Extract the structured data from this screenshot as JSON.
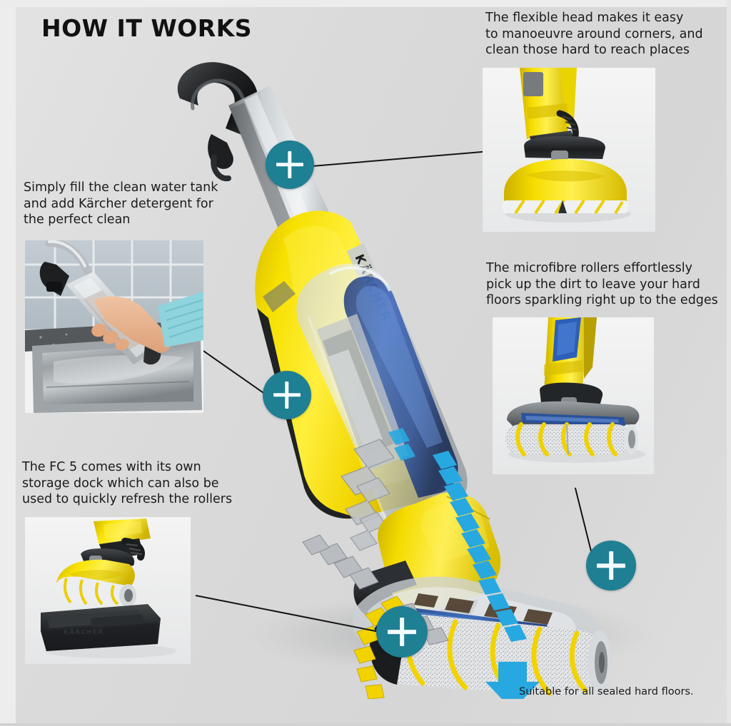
{
  "page": {
    "title": "HOW IT WORKS",
    "background_color": "#dcdcdc",
    "accent_color": "#1f7f93",
    "brand_yellow": "#f5d800",
    "footnote": "Suitable for all sealed hard floors."
  },
  "captions": {
    "top_right": "The flexible head makes it easy\nto manoeuvre around corners, and\nclean those hard to reach places",
    "top_left": "Simply fill the clean water tank\nand add Kärcher detergent for\nthe perfect clean",
    "middle_right": "The microfibre rollers effortlessly\npick up the dirt to leave your hard\nfloors sparkling right up to the edges",
    "bottom_left": "The FC 5 comes with its own\nstorage  dock which can also be\nused to  quickly refresh the rollers"
  },
  "photos": [
    {
      "name": "flexible-head-photo",
      "alt": "Close up of the yellow flexible cleaning head with white and yellow roller"
    },
    {
      "name": "water-tank-fill-photo",
      "alt": "Hand holding the transparent clean water tank under a kitchen tap above a stainless steel sink"
    },
    {
      "name": "microfibre-roller-photo",
      "alt": "Cleaner head with grey and yellow spiral microfibre rollers"
    },
    {
      "name": "storage-dock-photo",
      "alt": "Yellow cleaner head resting in its black Kärcher storage dock"
    }
  ],
  "hotspots": [
    {
      "name": "hotspot-handle",
      "label": "+",
      "linked_to": "flexible-head-photo"
    },
    {
      "name": "hotspot-water-tank",
      "label": "+",
      "linked_to": "water-tank-fill-photo"
    },
    {
      "name": "hotspot-roller-head",
      "label": "+",
      "linked_to": "microfibre-roller-photo"
    },
    {
      "name": "hotspot-roller-end",
      "label": "+",
      "linked_to": "storage-dock-photo"
    }
  ],
  "product": {
    "brand_text": "KÄRCHER",
    "dock_brand_text": "KÄRCHER",
    "model": "FC 5",
    "flow_arrow_color": "#28a8e0",
    "rotation_arrow_color": "#f5d800",
    "dirt_arrow_color": "#b9bcc0"
  }
}
